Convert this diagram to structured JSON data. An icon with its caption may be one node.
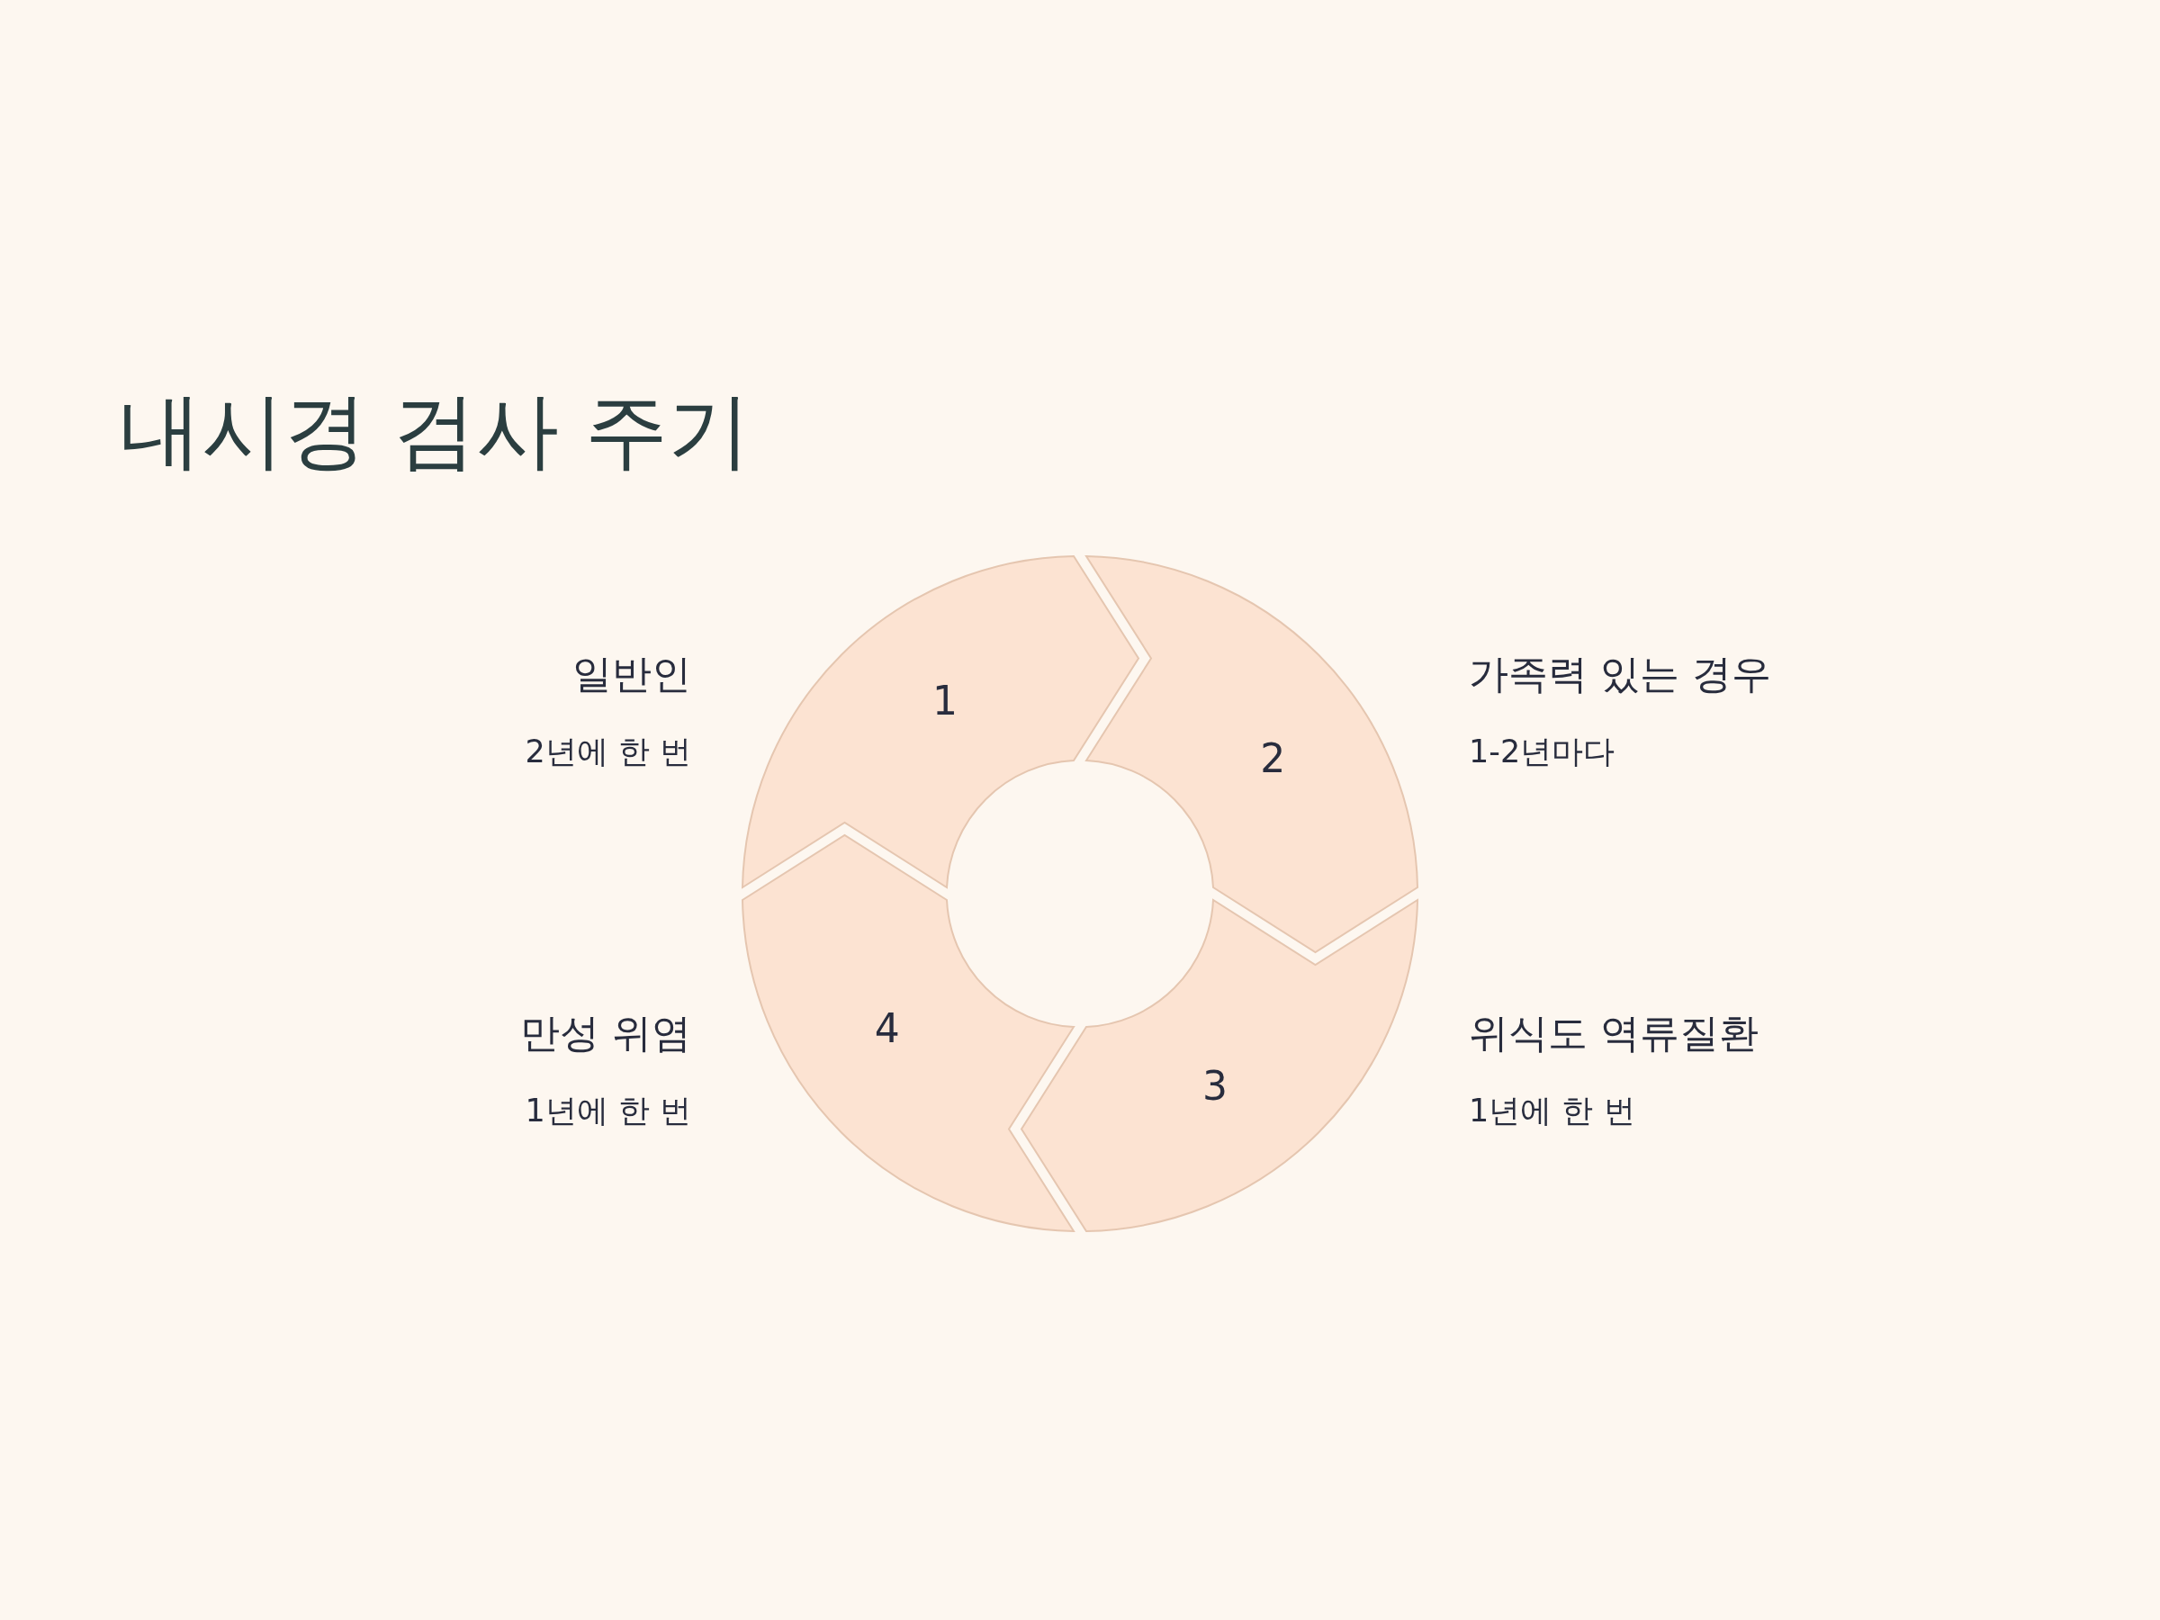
{
  "diagram": {
    "title": "내시경 검사 주기",
    "nodes": [
      {
        "text": [
          "1"
        ],
        "beside": [
          "일반인",
          "2년에 한 번"
        ]
      },
      {
        "text": [
          "2"
        ],
        "beside": [
          "가족력 있는 경우",
          "1-2년마다"
        ]
      },
      {
        "text": [
          "3"
        ],
        "beside": [
          "위식도 역류질환",
          "1년에 한 번"
        ]
      },
      {
        "text": [
          "4"
        ],
        "beside": [
          "만성 위염",
          "1년에 한 번"
        ]
      }
    ]
  }
}
